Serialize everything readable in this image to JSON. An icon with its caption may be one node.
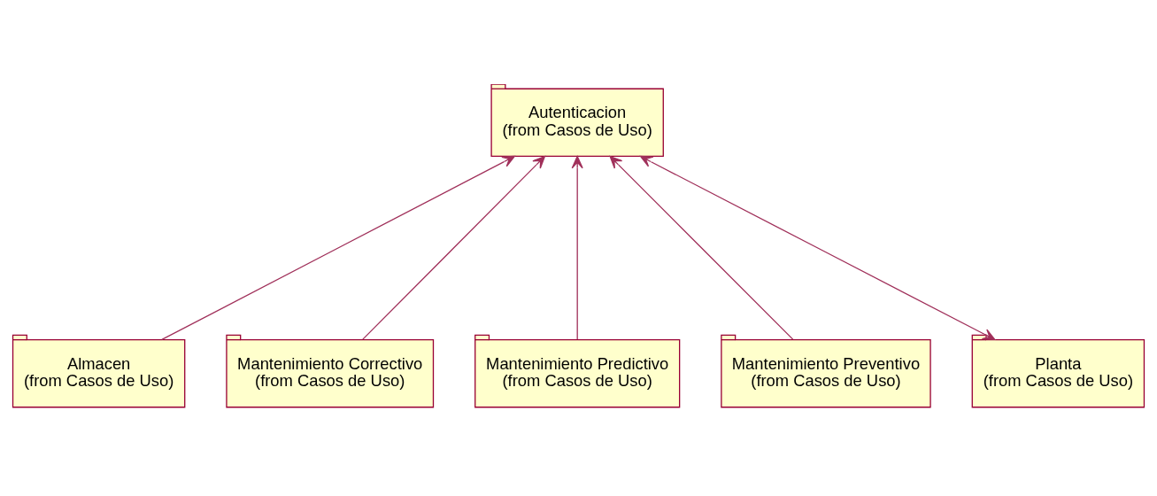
{
  "diagram": {
    "nodes": [
      {
        "text": [
          "Autenticacion",
          "(from Casos de Uso)"
        ]
      },
      {
        "text": [
          "Almacen",
          "(from Casos de Uso)"
        ]
      },
      {
        "text": [
          "Mantenimiento Correctivo",
          "(from Casos de Uso)"
        ]
      },
      {
        "text": [
          "Mantenimiento Predictivo",
          "(from Casos de Uso)"
        ]
      },
      {
        "text": [
          "Mantenimiento Preventivo",
          "(from Casos de Uso)"
        ]
      },
      {
        "text": [
          "Planta",
          "(from Casos de Uso)"
        ]
      }
    ],
    "edges": [
      {
        "from": 1,
        "to": 0,
        "arrow": "to"
      },
      {
        "from": 2,
        "to": 0,
        "arrow": "to"
      },
      {
        "from": 3,
        "to": 0,
        "arrow": "to"
      },
      {
        "from": 4,
        "to": 0,
        "arrow": "to"
      },
      {
        "from": 5,
        "to": 0,
        "arrow": "both"
      }
    ]
  }
}
